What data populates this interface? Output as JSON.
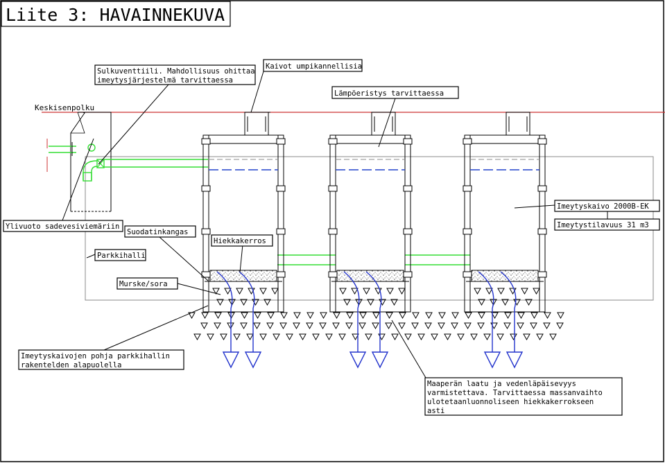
{
  "title": "Liite 3: HAVAINNEKUVA",
  "labels": {
    "sulkuventtiili_1": "Sulkuventtiili. Mahdollisuus ohittaa",
    "sulkuventtiili_2": "imeytysjärjestelmä tarvittaessa",
    "kaivot": "Kaivot umpikannellisia",
    "lampoeristys": "Lämpöeristys tarvittaessa",
    "keskisenpolku": "Keskisenpolku",
    "imeytyskaivo": "Imeytyskaivo 2000B-EK",
    "imeytystilavuus": "Imeytystilavuus 31 m3",
    "ylivuoto": "Ylivuoto sadevesiviemäriin",
    "suodatinkangas": "Suodatinkangas",
    "hiekkakerros": "Hiekkakerros",
    "parkkihalli": "Parkkihalli",
    "murske": "Murske/sora",
    "pohja_1": "Imeytyskaivojen pohja parkkihallin",
    "pohja_2": "rakentelden alapuolella",
    "maaperan_1": "Maaperän laatu ja vedenläpäisevyys",
    "maaperan_2": "varmistettava. Tarvittaessa massanvaihto",
    "maaperan_3": "ulotetaanluonnoliseen hiekkakerrokseen",
    "maaperan_4": "asti"
  },
  "colors": {
    "ground_line": "#cc3333",
    "pipe": "#33dd33",
    "water_level": "#2244cc",
    "flow_arrow": "#2233cc",
    "line": "#000000",
    "outline_gray": "#888888"
  }
}
